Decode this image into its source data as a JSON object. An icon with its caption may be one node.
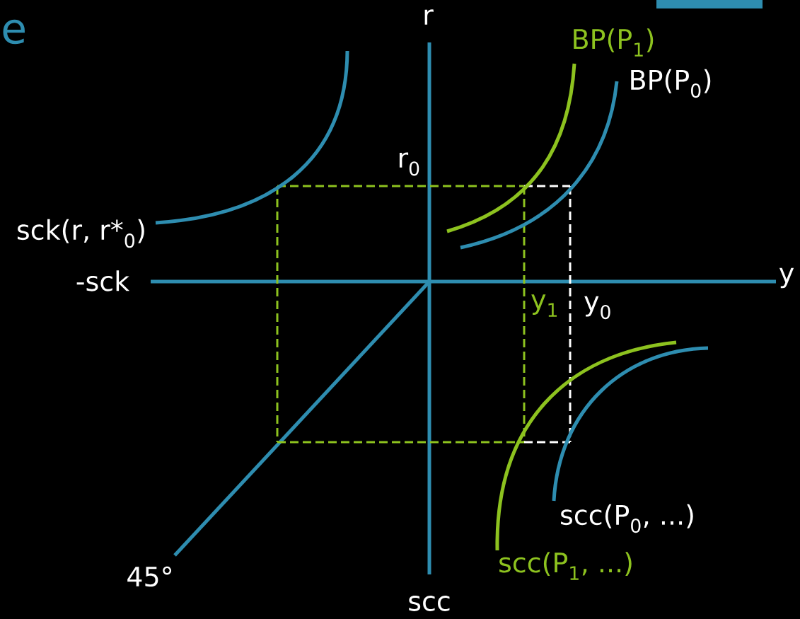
{
  "diagram": {
    "labels": [
      "e",
      "r",
      "BP(P$_{1}$)",
      "BP(P$_{0}$)",
      "r$_{0}$",
      "sck(r, r*$_{0}$)",
      "-sck",
      "y",
      "y$_{1}$",
      "y$_{0}$",
      "scc(P$_{0}$, ...)",
      "45°",
      "scc(P$_{1}$, ...)",
      "scc"
    ]
  }
}
